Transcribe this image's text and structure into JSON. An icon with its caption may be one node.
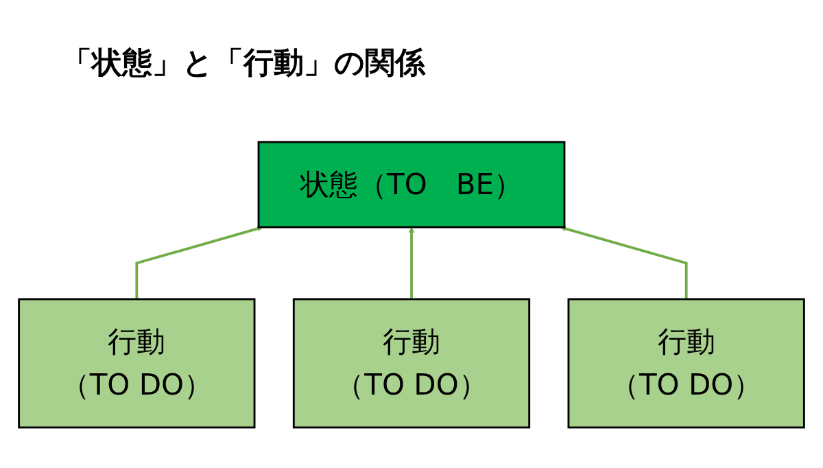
{
  "diagram": {
    "title": "「状態」と「行動」の関係",
    "nodes": [
      {
        "text": [
          "状態（TO　BE）"
        ]
      },
      {
        "text": [
          "行動",
          "（TO DO）"
        ]
      },
      {
        "text": [
          "行動",
          "（TO DO）"
        ]
      },
      {
        "text": [
          "行動",
          "（TO DO）"
        ]
      }
    ],
    "edges": [
      {
        "from": 1,
        "to": 0,
        "arrow": "to"
      },
      {
        "from": 2,
        "to": 0,
        "arrow": "to"
      },
      {
        "from": 3,
        "to": 0,
        "arrow": "to"
      }
    ]
  }
}
